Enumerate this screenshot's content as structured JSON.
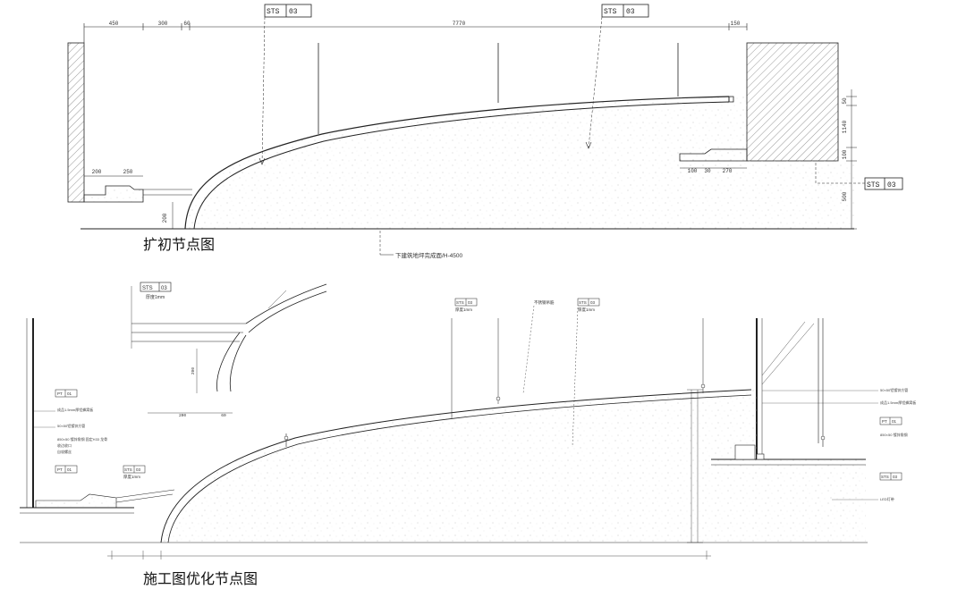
{
  "top": {
    "title": "扩初节点图",
    "tag_label": "STS",
    "tag_num": "03",
    "floor_note": "下建筑地坪完成面/H-4500",
    "dims_top": [
      "450",
      "300",
      "60",
      "7770",
      "150"
    ],
    "dims_left": [
      "200",
      "250",
      "200"
    ],
    "dims_right_bottom": [
      "100",
      "30",
      "270"
    ],
    "dims_right_vert": [
      "50",
      "1140",
      "100",
      "500"
    ]
  },
  "bottom": {
    "title": "施工图优化节点图",
    "tag_label": "STS",
    "tag_num": "03",
    "pt_label": "PT",
    "pt_num": "01",
    "detail_thickness": "厚度1mm",
    "detail_dims": [
      "200",
      "60",
      "200"
    ],
    "notes_left": [
      "成品1.5mm厚铝蜂窝板",
      "50×50铝镀锌方管",
      "850×50 镀锌角钢 固定H33 龙骨",
      "收边收口",
      "自攻螺丝"
    ],
    "notes_right": [
      "50×50铝镀锌方管",
      "成品1.5mm厚铝蜂窝板",
      "850×50 镀锌角钢",
      "LED灯带"
    ],
    "note_top_center": "不锈钢吊筋",
    "thickness_small": "厚度1mm"
  },
  "colors": {
    "ink": "#222222",
    "hatch": "#999999",
    "stipple": "#bbbbbb"
  }
}
